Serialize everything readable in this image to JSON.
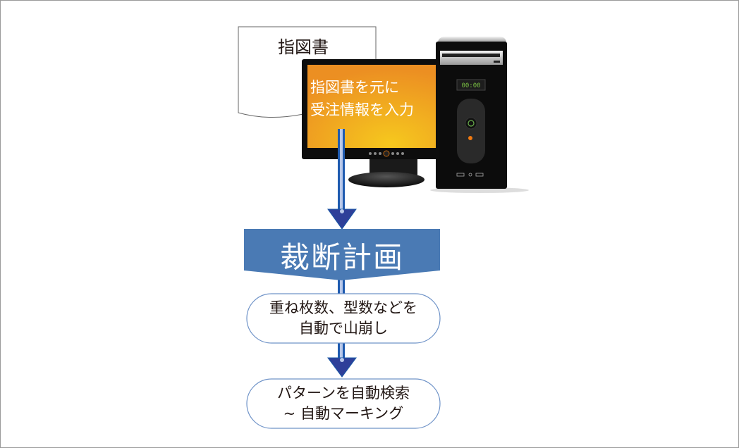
{
  "document": {
    "title": "指図書"
  },
  "monitor": {
    "line1": "指図書を元に",
    "line2": "受注情報を入力"
  },
  "tower": {
    "display": "00:00"
  },
  "banner": {
    "title": "裁断計画"
  },
  "steps": [
    {
      "line1": "重ね枚数、型数などを",
      "line2": "自動で山崩し"
    },
    {
      "line1": "パターンを自動検索",
      "line2": "~ 自動マーキング"
    }
  ],
  "colors": {
    "banner": "#4a7ab4",
    "arrow": "#2e4a9e",
    "screen": "#f0a020",
    "box_border": "#6f93c8"
  }
}
